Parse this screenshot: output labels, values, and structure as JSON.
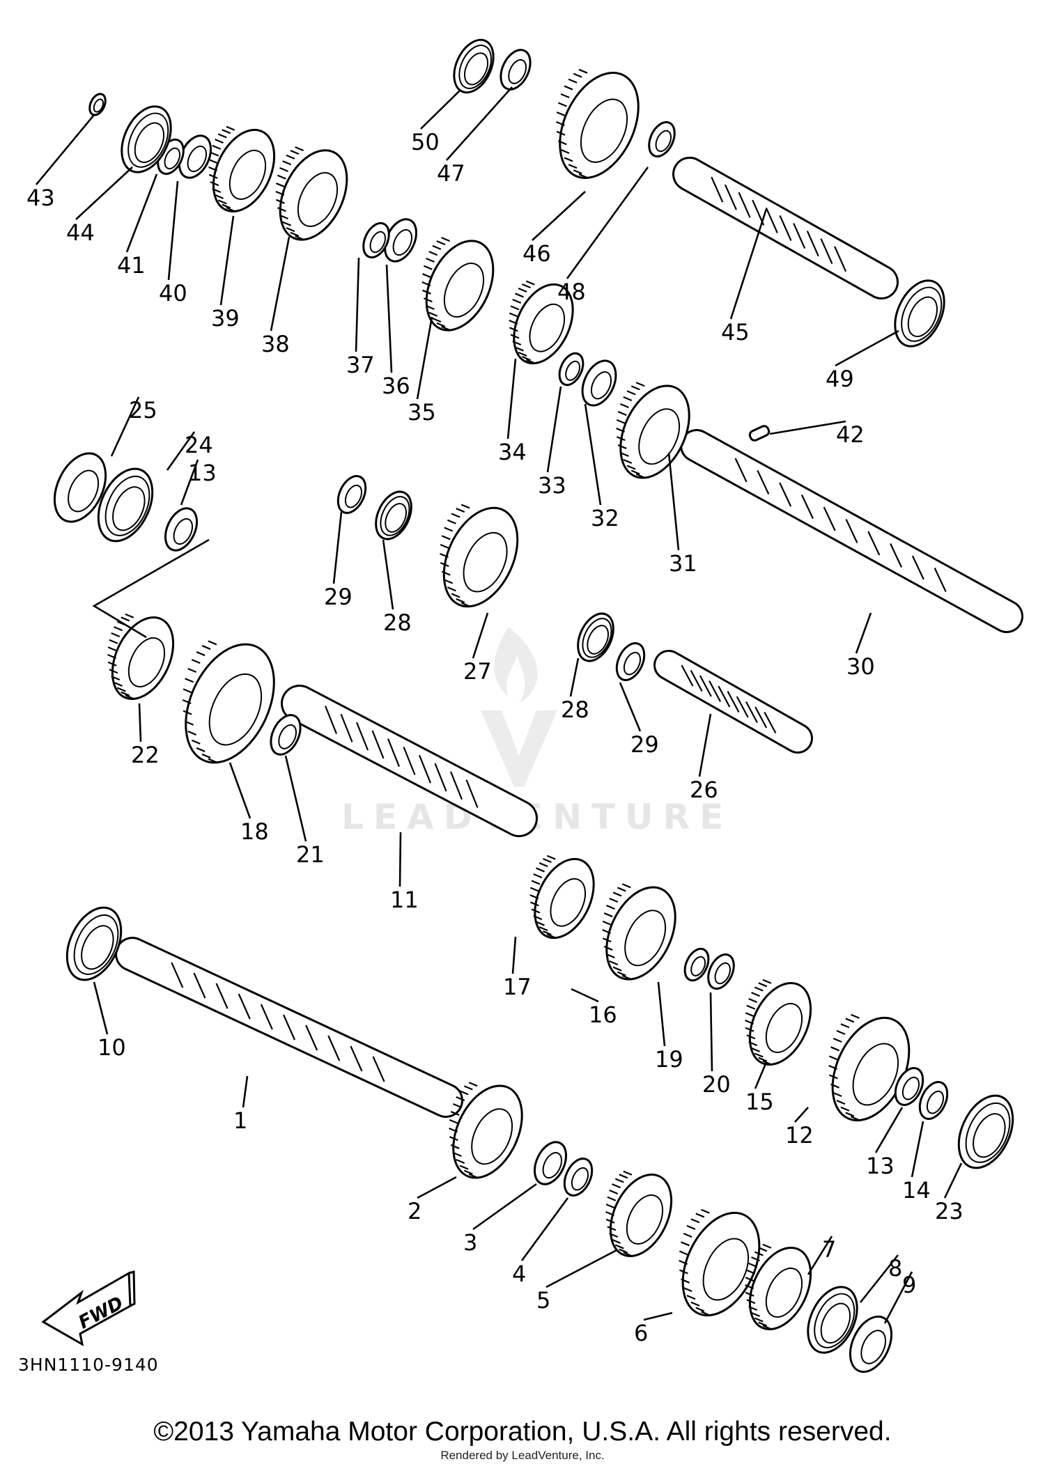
{
  "diagram": {
    "title": "Transmission",
    "diagram_code": "3HN1110-9140",
    "direction_indicator": "FWD",
    "watermark": "LEADVENTURE",
    "parts": [
      {
        "ref": "1",
        "kind": "shaft"
      },
      {
        "ref": "2",
        "kind": "gear"
      },
      {
        "ref": "3",
        "kind": "washer"
      },
      {
        "ref": "4",
        "kind": "circlip"
      },
      {
        "ref": "5",
        "kind": "gear"
      },
      {
        "ref": "6",
        "kind": "gear"
      },
      {
        "ref": "7",
        "kind": "gear"
      },
      {
        "ref": "8",
        "kind": "bearing"
      },
      {
        "ref": "9",
        "kind": "oil-seal"
      },
      {
        "ref": "10",
        "kind": "bearing"
      },
      {
        "ref": "11",
        "kind": "shaft"
      },
      {
        "ref": "12",
        "kind": "gear"
      },
      {
        "ref": "13",
        "kind": "washer"
      },
      {
        "ref": "14",
        "kind": "circlip"
      },
      {
        "ref": "15",
        "kind": "gear"
      },
      {
        "ref": "16",
        "kind": "gear"
      },
      {
        "ref": "17",
        "kind": "gear"
      },
      {
        "ref": "18",
        "kind": "gear"
      },
      {
        "ref": "19",
        "kind": "washer"
      },
      {
        "ref": "20",
        "kind": "circlip"
      },
      {
        "ref": "21",
        "kind": "washer"
      },
      {
        "ref": "22",
        "kind": "gear"
      },
      {
        "ref": "23",
        "kind": "bearing"
      },
      {
        "ref": "24",
        "kind": "bearing"
      },
      {
        "ref": "25",
        "kind": "oil-seal"
      },
      {
        "ref": "26",
        "kind": "shaft"
      },
      {
        "ref": "27",
        "kind": "gear"
      },
      {
        "ref": "28",
        "kind": "bearing"
      },
      {
        "ref": "29",
        "kind": "washer"
      },
      {
        "ref": "30",
        "kind": "shaft"
      },
      {
        "ref": "31",
        "kind": "gear"
      },
      {
        "ref": "32",
        "kind": "washer"
      },
      {
        "ref": "33",
        "kind": "circlip"
      },
      {
        "ref": "34",
        "kind": "gear"
      },
      {
        "ref": "35",
        "kind": "gear"
      },
      {
        "ref": "36",
        "kind": "washer"
      },
      {
        "ref": "37",
        "kind": "circlip"
      },
      {
        "ref": "38",
        "kind": "gear"
      },
      {
        "ref": "39",
        "kind": "gear"
      },
      {
        "ref": "40",
        "kind": "washer"
      },
      {
        "ref": "41",
        "kind": "circlip"
      },
      {
        "ref": "42",
        "kind": "pin"
      },
      {
        "ref": "43",
        "kind": "circlip"
      },
      {
        "ref": "44",
        "kind": "bearing"
      },
      {
        "ref": "45",
        "kind": "shaft"
      },
      {
        "ref": "46",
        "kind": "gear"
      },
      {
        "ref": "47",
        "kind": "washer"
      },
      {
        "ref": "48",
        "kind": "circlip"
      },
      {
        "ref": "49",
        "kind": "bearing"
      },
      {
        "ref": "50",
        "kind": "bearing"
      }
    ]
  },
  "footer": {
    "copyright": "©2013 Yamaha Motor Corporation, U.S.A. All rights reserved.",
    "rendered_by": "Rendered by LeadVenture, Inc."
  }
}
